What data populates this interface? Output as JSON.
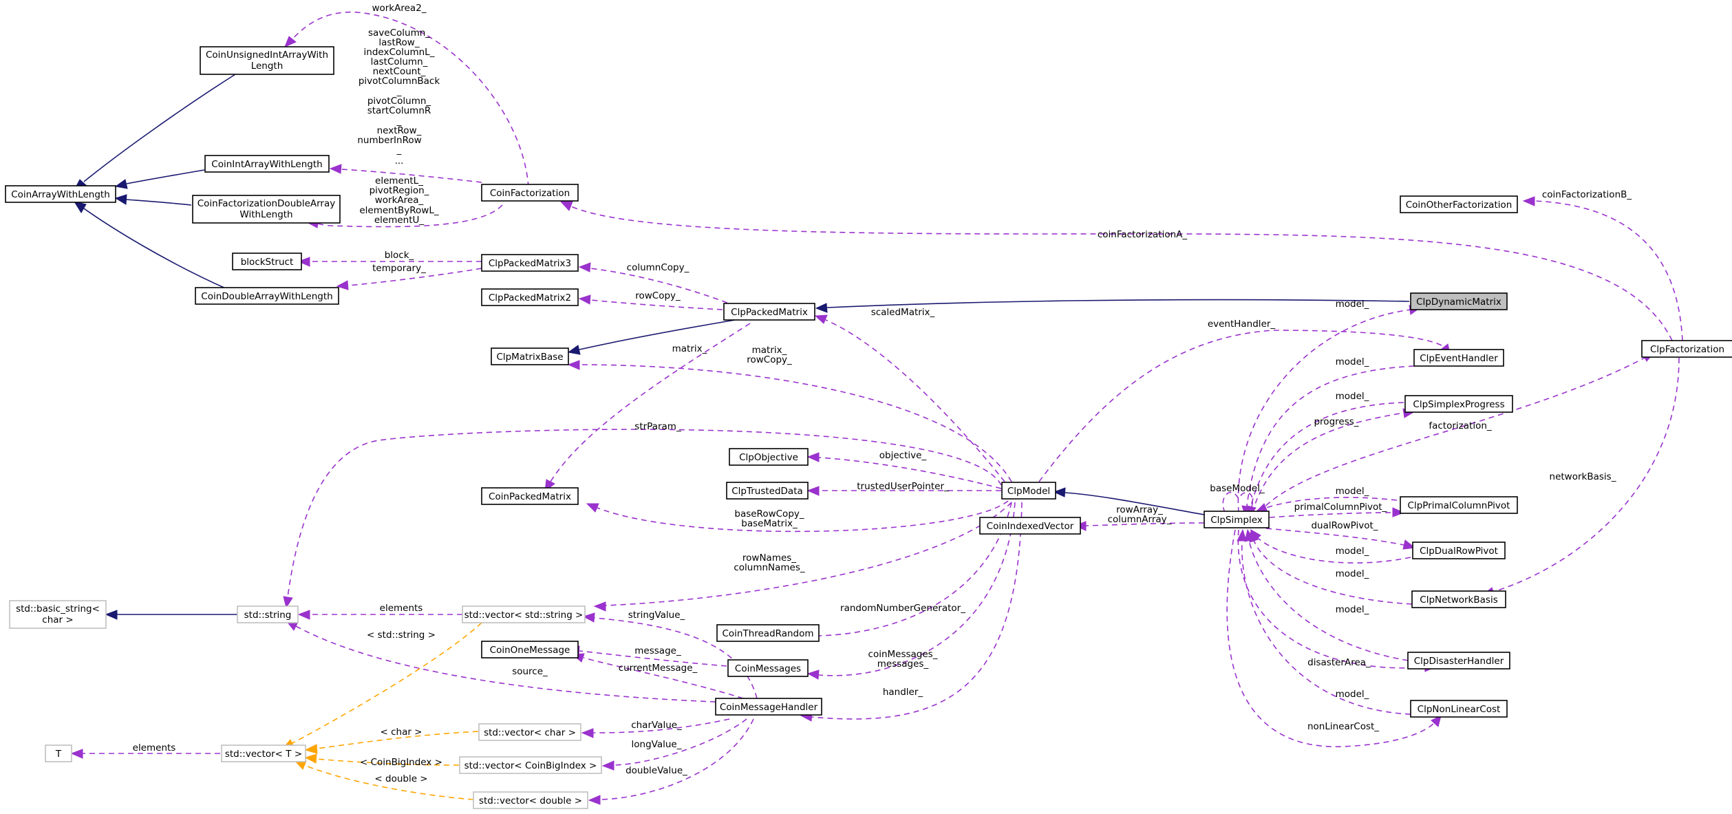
{
  "nodes": {
    "CoinArrayWithLength": "CoinArrayWithLength",
    "CoinUnsignedIntArrayWithLength_1": "CoinUnsignedIntArrayWith",
    "CoinUnsignedIntArrayWithLength_2": "Length",
    "CoinIntArrayWithLength": "CoinIntArrayWithLength",
    "CoinFactorizationDoubleArrayWithLength_1": "CoinFactorizationDoubleArray",
    "CoinFactorizationDoubleArrayWithLength_2": "WithLength",
    "CoinFactorization": "CoinFactorization",
    "blockStruct": "blockStruct",
    "CoinDoubleArrayWithLength": "CoinDoubleArrayWithLength",
    "ClpPackedMatrix3": "ClpPackedMatrix3",
    "ClpPackedMatrix2": "ClpPackedMatrix2",
    "ClpPackedMatrix": "ClpPackedMatrix",
    "ClpMatrixBase": "ClpMatrixBase",
    "ClpObjective": "ClpObjective",
    "ClpTrustedData": "ClpTrustedData",
    "CoinPackedMatrix": "CoinPackedMatrix",
    "ClpModel": "ClpModel",
    "CoinIndexedVector": "CoinIndexedVector",
    "ClpSimplex": "ClpSimplex",
    "ClpDynamicMatrix": "ClpDynamicMatrix",
    "CoinOtherFactorization": "CoinOtherFactorization",
    "ClpFactorization": "ClpFactorization",
    "ClpEventHandler": "ClpEventHandler",
    "ClpSimplexProgress": "ClpSimplexProgress",
    "ClpPrimalColumnPivot": "ClpPrimalColumnPivot",
    "ClpDualRowPivot": "ClpDualRowPivot",
    "ClpNetworkBasis": "ClpNetworkBasis",
    "ClpDisasterHandler": "ClpDisasterHandler",
    "ClpNonLinearCost": "ClpNonLinearCost",
    "std_basic_string_1": "std::basic_string<",
    "std_basic_string_2": "char >",
    "std_string": "std::string",
    "std_vector_string": "std::vector< std::string >",
    "CoinThreadRandom": "CoinThreadRandom",
    "CoinOneMessage": "CoinOneMessage",
    "CoinMessages": "CoinMessages",
    "CoinMessageHandler": "CoinMessageHandler",
    "T": "T",
    "std_vector_T": "std::vector< T >",
    "std_vector_char": "std::vector< char >",
    "std_vector_CoinBigIndex": "std::vector< CoinBigIndex >",
    "std_vector_double": "std::vector< double >"
  },
  "edge_labels": {
    "workArea2": "workArea2_",
    "factor_int_1": "saveColumn_",
    "factor_int_2": "lastRow_",
    "factor_int_3": "indexColumnL_",
    "factor_int_4": "lastColumn_",
    "factor_int_5": "nextCount_",
    "factor_int_6": "pivotColumnBack",
    "factor_int_7": "_",
    "factor_int_8": "pivotColumn_",
    "factor_int_9": "startColumnR",
    "factor_int_10": "_",
    "factor_int_11": "nextRow_",
    "factor_int_12": "numberInRow",
    "factor_int_13": "_",
    "factor_int_14": "...",
    "factor_dbl_1": "elementL_",
    "factor_dbl_2": "pivotRegion_",
    "factor_dbl_3": "workArea_",
    "factor_dbl_4": "elementByRowL_",
    "factor_dbl_5": "elementU_",
    "block": "block_",
    "temporary": "temporary_",
    "columnCopy": "columnCopy_",
    "rowCopy": "rowCopy_",
    "scaledMatrix": "scaledMatrix_",
    "matrix_left": "matrix_",
    "matrix_rowCopy_1": "matrix_",
    "matrix_rowCopy_2": "rowCopy_",
    "coinFactorizationA": "coinFactorizationA_",
    "coinFactorizationB": "coinFactorizationB_",
    "model_dyn": "model_",
    "eventHandler": "eventHandler_",
    "model_event": "model_",
    "model_progress": "model_",
    "progress": "progress_",
    "factorization": "factorization_",
    "baseModel": "baseModel_",
    "model_primal": "model_",
    "primalColumnPivot": "primalColumnPivot_",
    "dualRowPivot": "dualRowPivot_",
    "model_dual": "model_",
    "model_network": "model_",
    "networkBasis": "networkBasis_",
    "model_disaster": "model_",
    "disasterArea": "disasterArea_",
    "model_nonlinear": "model_",
    "nonLinearCost": "nonLinearCost_",
    "rowArray_1": "rowArray_",
    "rowArray_2": "columnArray_",
    "strParam": "strParam_",
    "objective": "objective_",
    "trustedUserPointer": "trustedUserPointer_",
    "baseRowCopy_1": "baseRowCopy_",
    "baseRowCopy_2": "baseMatrix_",
    "rowNames_1": "rowNames_",
    "rowNames_2": "columnNames_",
    "elements_string": "elements",
    "std_string_tmpl": "< std::string >",
    "stringValue": "stringValue_",
    "randomNumberGenerator": "randomNumberGenerator_",
    "message": "message_",
    "currentMessage": "currentMessage_",
    "source": "source_",
    "coinMessages_1": "coinMessages_",
    "coinMessages_2": "messages_",
    "handler": "handler_",
    "elements_T": "elements",
    "char_tmpl": "< char >",
    "charValue": "charValue_",
    "CoinBigIndex_tmpl": "< CoinBigIndex >",
    "longValue": "longValue_",
    "double_tmpl": "< double >",
    "doubleValue": "doubleValue_"
  },
  "colors": {
    "inheritance": "#191970",
    "usage": "#9a32cd",
    "template": "#ffa500",
    "focus_fill": "#bfbfbf",
    "template_border": "#bfbfbf"
  }
}
